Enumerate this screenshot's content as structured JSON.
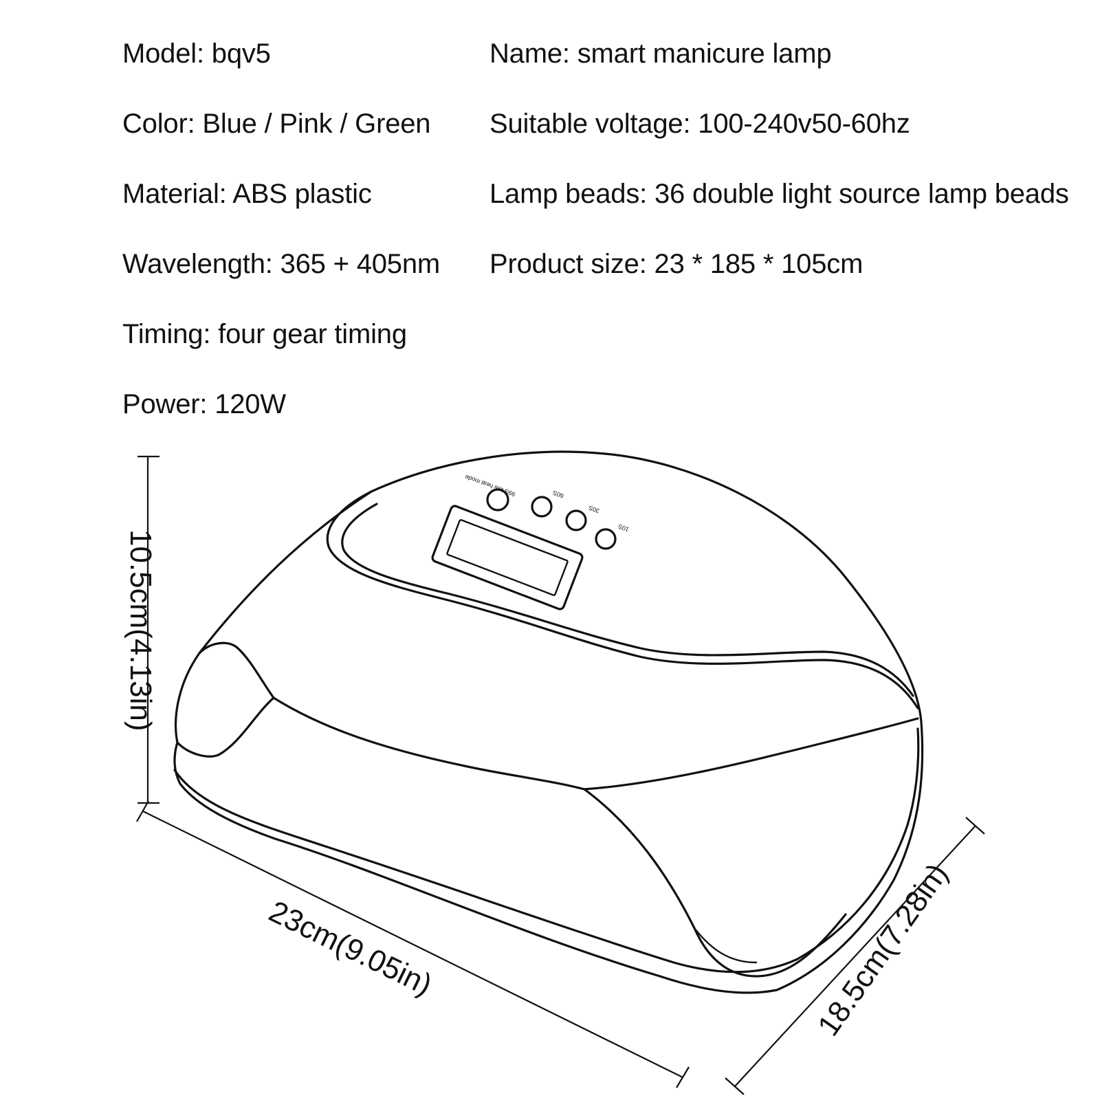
{
  "specs": {
    "model": "Model: bqv5",
    "color": "Color: Blue / Pink / Green",
    "material": "Material: ABS plastic",
    "wavelength": "Wavelength: 365 + 405nm",
    "timing": "Timing: four gear timing",
    "power": "Power: 120W",
    "name": "Name: smart manicure lamp",
    "voltage": "Suitable voltage: 100-240v50-60hz",
    "lamp_beads": "Lamp beads: 36 double light source lamp beads",
    "product_size": "Product size: 23 * 185 * 105cm"
  },
  "dimensions": {
    "height": "10.5cm(4.13in)",
    "width": "23cm(9.05in)",
    "depth": "18.5cm(7.28in)"
  },
  "buttons": {
    "b1": "60S",
    "b2": "30S",
    "b3": "10S",
    "b4": "99S low heat mode"
  },
  "colors": {
    "line": "#111111",
    "background": "#ffffff"
  }
}
